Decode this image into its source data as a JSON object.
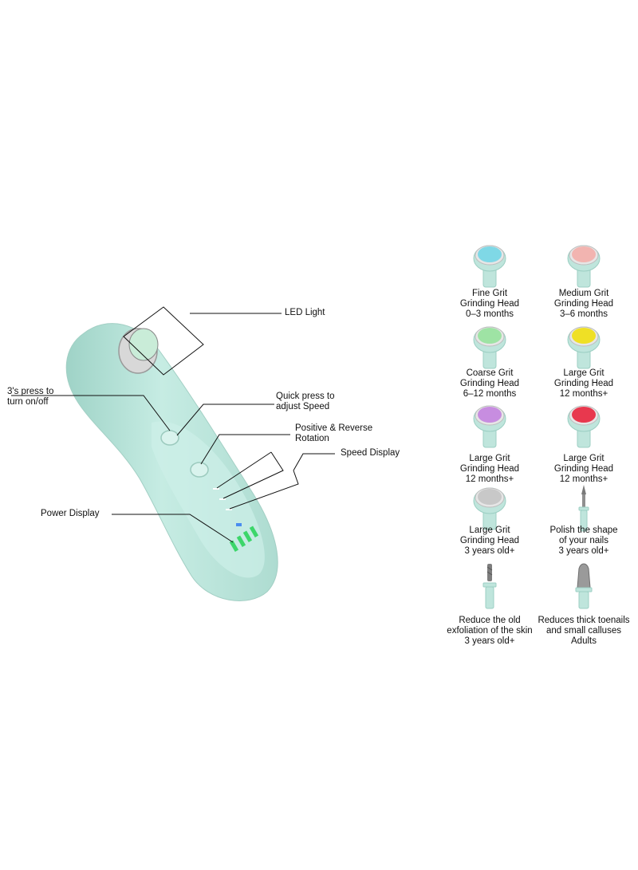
{
  "callouts": {
    "led_light": "LED Light",
    "power_press": "3's press to\nturn on/off",
    "quick_press": "Quick press to\nadjust Speed",
    "rotation": "Positive & Reverse\nRotation",
    "speed_display": "Speed Display",
    "power_display": "Power Display"
  },
  "attachments": [
    {
      "name": "Fine Grit",
      "type": "Grinding Head",
      "age": "0–3 months",
      "color": "#7fd8e6",
      "kind": "pad"
    },
    {
      "name": "Medium Grit",
      "type": "Grinding Head",
      "age": "3–6 months",
      "color": "#f2b4b0",
      "kind": "pad"
    },
    {
      "name": "Coarse Grit",
      "type": "Grinding Head",
      "age": "6–12 months",
      "color": "#9ee3a4",
      "kind": "pad"
    },
    {
      "name": "Large Grit",
      "type": "Grinding Head",
      "age": "12 months+",
      "color": "#efe025",
      "kind": "pad"
    },
    {
      "name": "Large Grit",
      "type": "Grinding Head",
      "age": "12 months+",
      "color": "#c78de0",
      "kind": "pad"
    },
    {
      "name": "Large Grit",
      "type": "Grinding Head",
      "age": "12 months+",
      "color": "#e8384e",
      "kind": "pad"
    },
    {
      "name": "Large Grit",
      "type": "Grinding Head",
      "age": "3 years old+",
      "color": "#c8c8c8",
      "kind": "pad"
    },
    {
      "name": "Polish the shape",
      "type": "of your nails",
      "age": "3 years old+",
      "color": "#8a8a8a",
      "kind": "needle"
    },
    {
      "name": "Reduce the old",
      "type": "exfoliation of the skin",
      "age": "3 years old+",
      "color": "#8a8a8a",
      "kind": "drill"
    },
    {
      "name": "Reduces thick toenails",
      "type": "and small calluses",
      "age": "Adults",
      "color": "#9a9a9a",
      "kind": "cone"
    }
  ],
  "colors": {
    "device": "#bfe8df",
    "device_shadow": "#a6d6cb",
    "led_green": "#3cd66a",
    "speed_blue": "#4a8cf0"
  }
}
